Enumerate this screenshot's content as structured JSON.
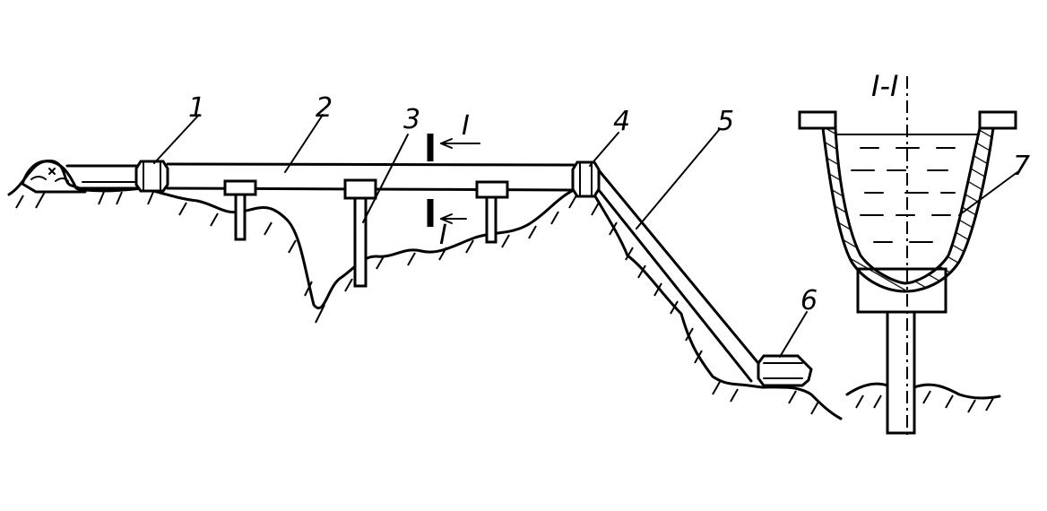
{
  "labels": {
    "n1": "1",
    "n2": "2",
    "n3": "3",
    "n4": "4",
    "n5": "5",
    "n6": "6",
    "n7": "7",
    "cut_top": "I",
    "cut_bottom": "I"
  },
  "section": {
    "title": "I-I"
  }
}
